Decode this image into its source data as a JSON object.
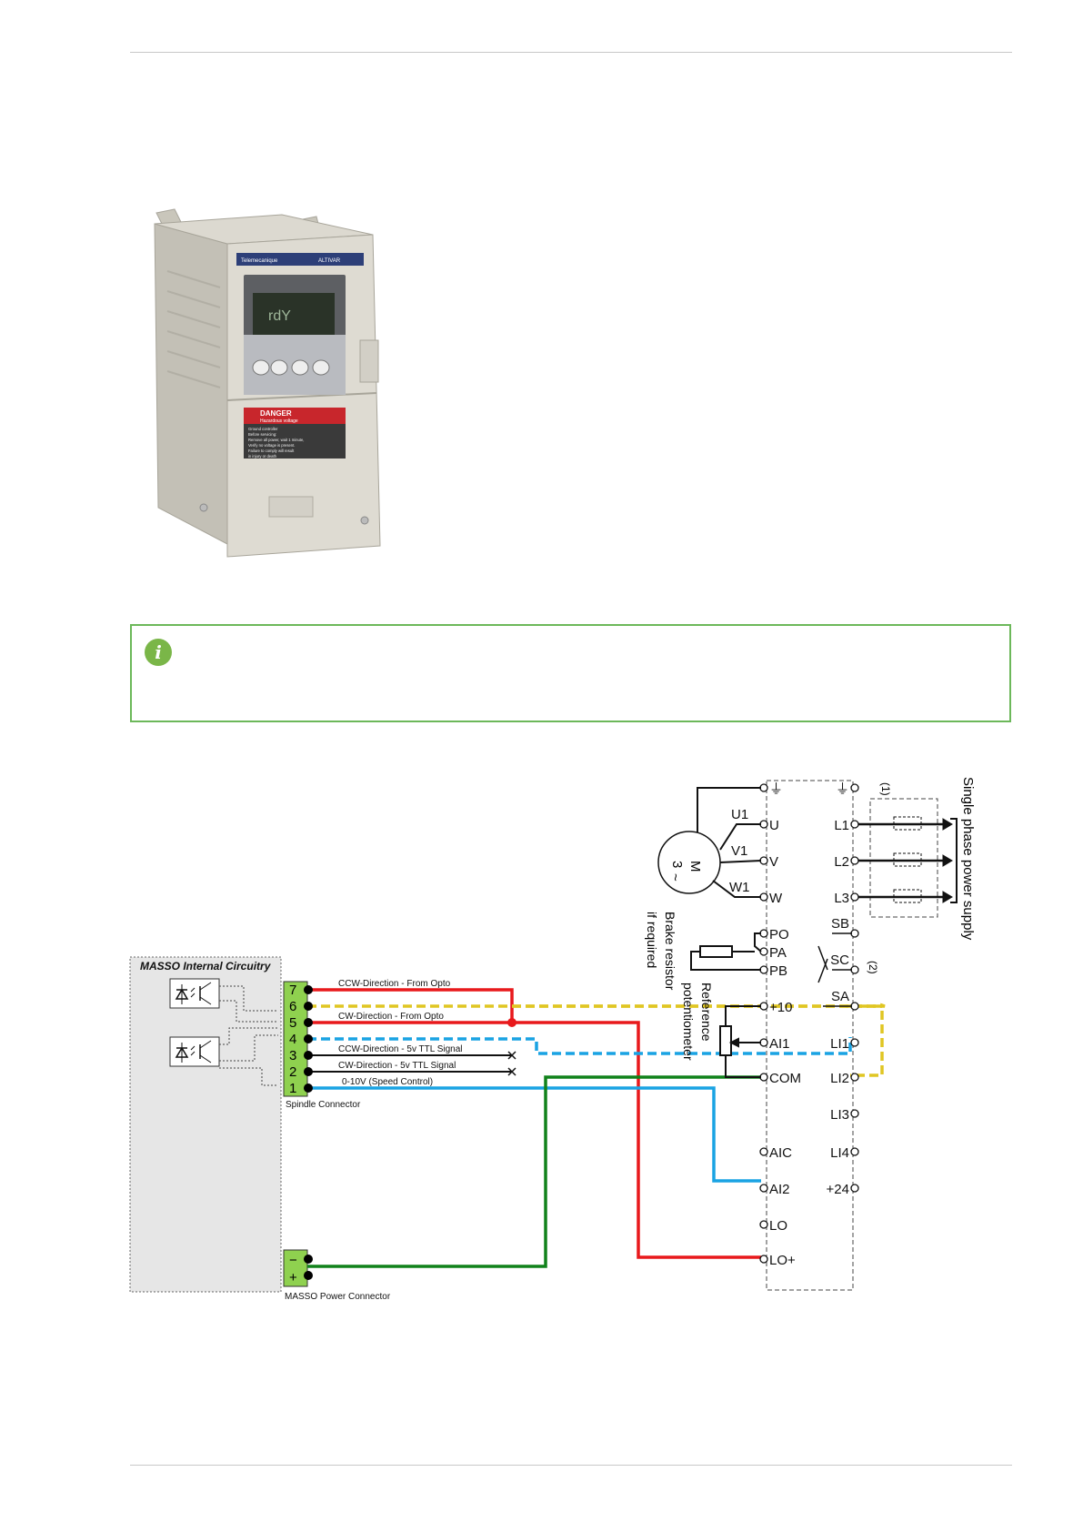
{
  "product_photo": {
    "brand_label": "Telemecanique",
    "model_label": "ALTIVAR",
    "display_value": "rdY",
    "warning_title": "DANGER",
    "warning_subtitle": "Hazardous voltage",
    "warning_text_1": "Ground controller",
    "warning_text_2": "Before servicing:",
    "warning_text_3": "Remove all power, wait 1 minute,",
    "warning_text_4": "Verify no voltage is present.",
    "warning_text_5": "Failure to comply will result",
    "warning_text_6": "in injury or death"
  },
  "note": {
    "icon": "info-icon",
    "text": ""
  },
  "diagram": {
    "masso_title": "MASSO Internal Circuitry",
    "spindle_connector_label": "Spindle Connector",
    "power_connector_label": "MASSO Power Connector",
    "pins": [
      "7",
      "6",
      "5",
      "4",
      "3",
      "2",
      "1"
    ],
    "power_pins": [
      "−",
      "+"
    ],
    "signals": [
      "CCW-Direction - From Opto",
      "CW-Direction - From Opto",
      "CCW-Direction - 5v TTL Signal",
      "CW-Direction - 5v TTL Signal",
      "0-10V (Speed Control)"
    ],
    "vfd_left_terminals": [
      "⏚",
      "U",
      "V",
      "W",
      "PO",
      "PA",
      "PB",
      "+10",
      "AI1",
      "COM",
      "AIC",
      "AI2",
      "LO",
      "LO+"
    ],
    "vfd_right_terminals": [
      "⏚",
      "L1",
      "L2",
      "L3",
      "SB",
      "SC",
      "SA",
      "LI1",
      "LI2",
      "LI3",
      "LI4",
      "+24"
    ],
    "motor_labels": {
      "u1": "U1",
      "v1": "V1",
      "w1": "W1",
      "motor": "M",
      "phase": "3",
      "ac": "~"
    },
    "brake_resistor_label": [
      "Brake resistor",
      "if required"
    ],
    "reference_pot_label": [
      "Reference",
      "potentiometer"
    ],
    "power_supply_label": "Single phase power supply",
    "note_1": "(1)",
    "note_2": "(2)",
    "colors": {
      "red": "#e8191c",
      "yellow": "#e0c623",
      "blue": "#1aa3e3",
      "green": "#11821b",
      "connector": "#8fd14f",
      "masso_box": "#e6e6e6",
      "note_border": "#6cb85a"
    }
  }
}
